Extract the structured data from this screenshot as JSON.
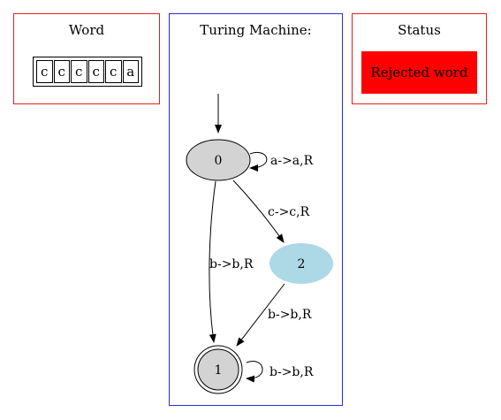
{
  "word_panel": {
    "title": "Word",
    "tape": [
      "c",
      "c",
      "c",
      "c",
      "c",
      "a"
    ]
  },
  "tm_panel": {
    "title": "Turing Machine:"
  },
  "status_panel": {
    "title": "Status",
    "message": "Rejected word",
    "color": "#ff0000"
  },
  "graph": {
    "states": [
      {
        "id": "0",
        "label": "0",
        "fill": "#d3d3d3",
        "accepting": false,
        "initial": true
      },
      {
        "id": "2",
        "label": "2",
        "fill": "#add8e6",
        "accepting": false,
        "initial": false
      },
      {
        "id": "1",
        "label": "1",
        "fill": "#d3d3d3",
        "accepting": true,
        "initial": false
      }
    ],
    "transitions": [
      {
        "from": "0",
        "to": "0",
        "label": "a->a,R"
      },
      {
        "from": "0",
        "to": "2",
        "label": "c->c,R"
      },
      {
        "from": "0",
        "to": "1",
        "label": "b->b,R"
      },
      {
        "from": "2",
        "to": "1",
        "label": "b->b,R"
      },
      {
        "from": "1",
        "to": "1",
        "label": "b->b,R"
      }
    ]
  },
  "colors": {
    "panel_border_red": "#e3231c",
    "panel_border_blue": "#2b2bd0",
    "state_gray": "#d3d3d3",
    "state_current": "#add8e6"
  }
}
